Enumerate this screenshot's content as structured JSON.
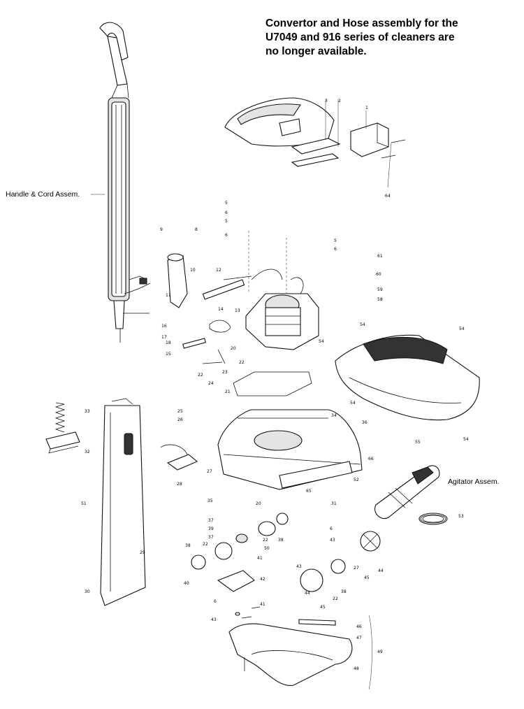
{
  "notice": {
    "lines": [
      "Convertor and Hose assembly for the",
      "U7049 and 916 series of cleaners are",
      "no longer available."
    ]
  },
  "callouts": {
    "handle_cord": "Handle & Cord Assem.",
    "agitator": "Agitator Assem."
  },
  "part_numbers": [
    {
      "id": "p1",
      "text": "1"
    },
    {
      "id": "p2",
      "text": "2"
    },
    {
      "id": "p3",
      "text": "3"
    },
    {
      "id": "p64a",
      "text": "64"
    },
    {
      "id": "p5a",
      "text": "5"
    },
    {
      "id": "p6a",
      "text": "6"
    },
    {
      "id": "p5b",
      "text": "5"
    },
    {
      "id": "p6b",
      "text": "6"
    },
    {
      "id": "p9",
      "text": "9"
    },
    {
      "id": "p8",
      "text": "8"
    },
    {
      "id": "p5c",
      "text": "5"
    },
    {
      "id": "p6c",
      "text": "6"
    },
    {
      "id": "p61",
      "text": "61"
    },
    {
      "id": "p60",
      "text": "60"
    },
    {
      "id": "p59",
      "text": "59"
    },
    {
      "id": "p58",
      "text": "58"
    },
    {
      "id": "p10",
      "text": "10"
    },
    {
      "id": "p12",
      "text": "12"
    },
    {
      "id": "p11",
      "text": "11"
    },
    {
      "id": "p14",
      "text": "14"
    },
    {
      "id": "p13",
      "text": "13"
    },
    {
      "id": "p16",
      "text": "16"
    },
    {
      "id": "p17",
      "text": "17"
    },
    {
      "id": "p18",
      "text": "18"
    },
    {
      "id": "p15",
      "text": "15"
    },
    {
      "id": "p20",
      "text": "20"
    },
    {
      "id": "p22a",
      "text": "22"
    },
    {
      "id": "p22b",
      "text": "22"
    },
    {
      "id": "p24",
      "text": "24"
    },
    {
      "id": "p23",
      "text": "23"
    },
    {
      "id": "p21",
      "text": "21"
    },
    {
      "id": "p54a",
      "text": "54"
    },
    {
      "id": "p54b",
      "text": "54"
    },
    {
      "id": "p54c",
      "text": "54"
    },
    {
      "id": "p54d",
      "text": "54"
    },
    {
      "id": "p54e",
      "text": "54"
    },
    {
      "id": "p55",
      "text": "55"
    },
    {
      "id": "p33",
      "text": "33"
    },
    {
      "id": "p32",
      "text": "32"
    },
    {
      "id": "p25",
      "text": "25"
    },
    {
      "id": "p26",
      "text": "26"
    },
    {
      "id": "p34",
      "text": "34"
    },
    {
      "id": "p36",
      "text": "36"
    },
    {
      "id": "p28",
      "text": "28"
    },
    {
      "id": "p27",
      "text": "27"
    },
    {
      "id": "p66",
      "text": "66"
    },
    {
      "id": "p52a",
      "text": "52"
    },
    {
      "id": "p53",
      "text": "53"
    },
    {
      "id": "p31",
      "text": "31"
    },
    {
      "id": "p35",
      "text": "35"
    },
    {
      "id": "p20b",
      "text": "20"
    },
    {
      "id": "p65",
      "text": "65"
    },
    {
      "id": "p51",
      "text": "51"
    },
    {
      "id": "p37a",
      "text": "37"
    },
    {
      "id": "p22c",
      "text": "22"
    },
    {
      "id": "p38a",
      "text": "38"
    },
    {
      "id": "p6d",
      "text": "6"
    },
    {
      "id": "p43a",
      "text": "43"
    },
    {
      "id": "p39",
      "text": "39"
    },
    {
      "id": "p37b",
      "text": "37"
    },
    {
      "id": "p22d",
      "text": "22"
    },
    {
      "id": "p38b",
      "text": "38"
    },
    {
      "id": "p50",
      "text": "50"
    },
    {
      "id": "p44",
      "text": "44"
    },
    {
      "id": "p45a",
      "text": "45"
    },
    {
      "id": "p27b",
      "text": "27"
    },
    {
      "id": "p29",
      "text": "29"
    },
    {
      "id": "p41",
      "text": "41"
    },
    {
      "id": "p43b",
      "text": "43"
    },
    {
      "id": "p40",
      "text": "40"
    },
    {
      "id": "p42",
      "text": "42"
    },
    {
      "id": "p38c",
      "text": "38"
    },
    {
      "id": "p22e",
      "text": "22"
    },
    {
      "id": "p44b",
      "text": "44"
    },
    {
      "id": "p45b",
      "text": "45"
    },
    {
      "id": "p30",
      "text": "30"
    },
    {
      "id": "p6e",
      "text": "6"
    },
    {
      "id": "p41b",
      "text": "41"
    },
    {
      "id": "p43c",
      "text": "43"
    },
    {
      "id": "p46",
      "text": "46"
    },
    {
      "id": "p47",
      "text": "47"
    },
    {
      "id": "p48",
      "text": "48"
    },
    {
      "id": "p49",
      "text": "49"
    }
  ]
}
